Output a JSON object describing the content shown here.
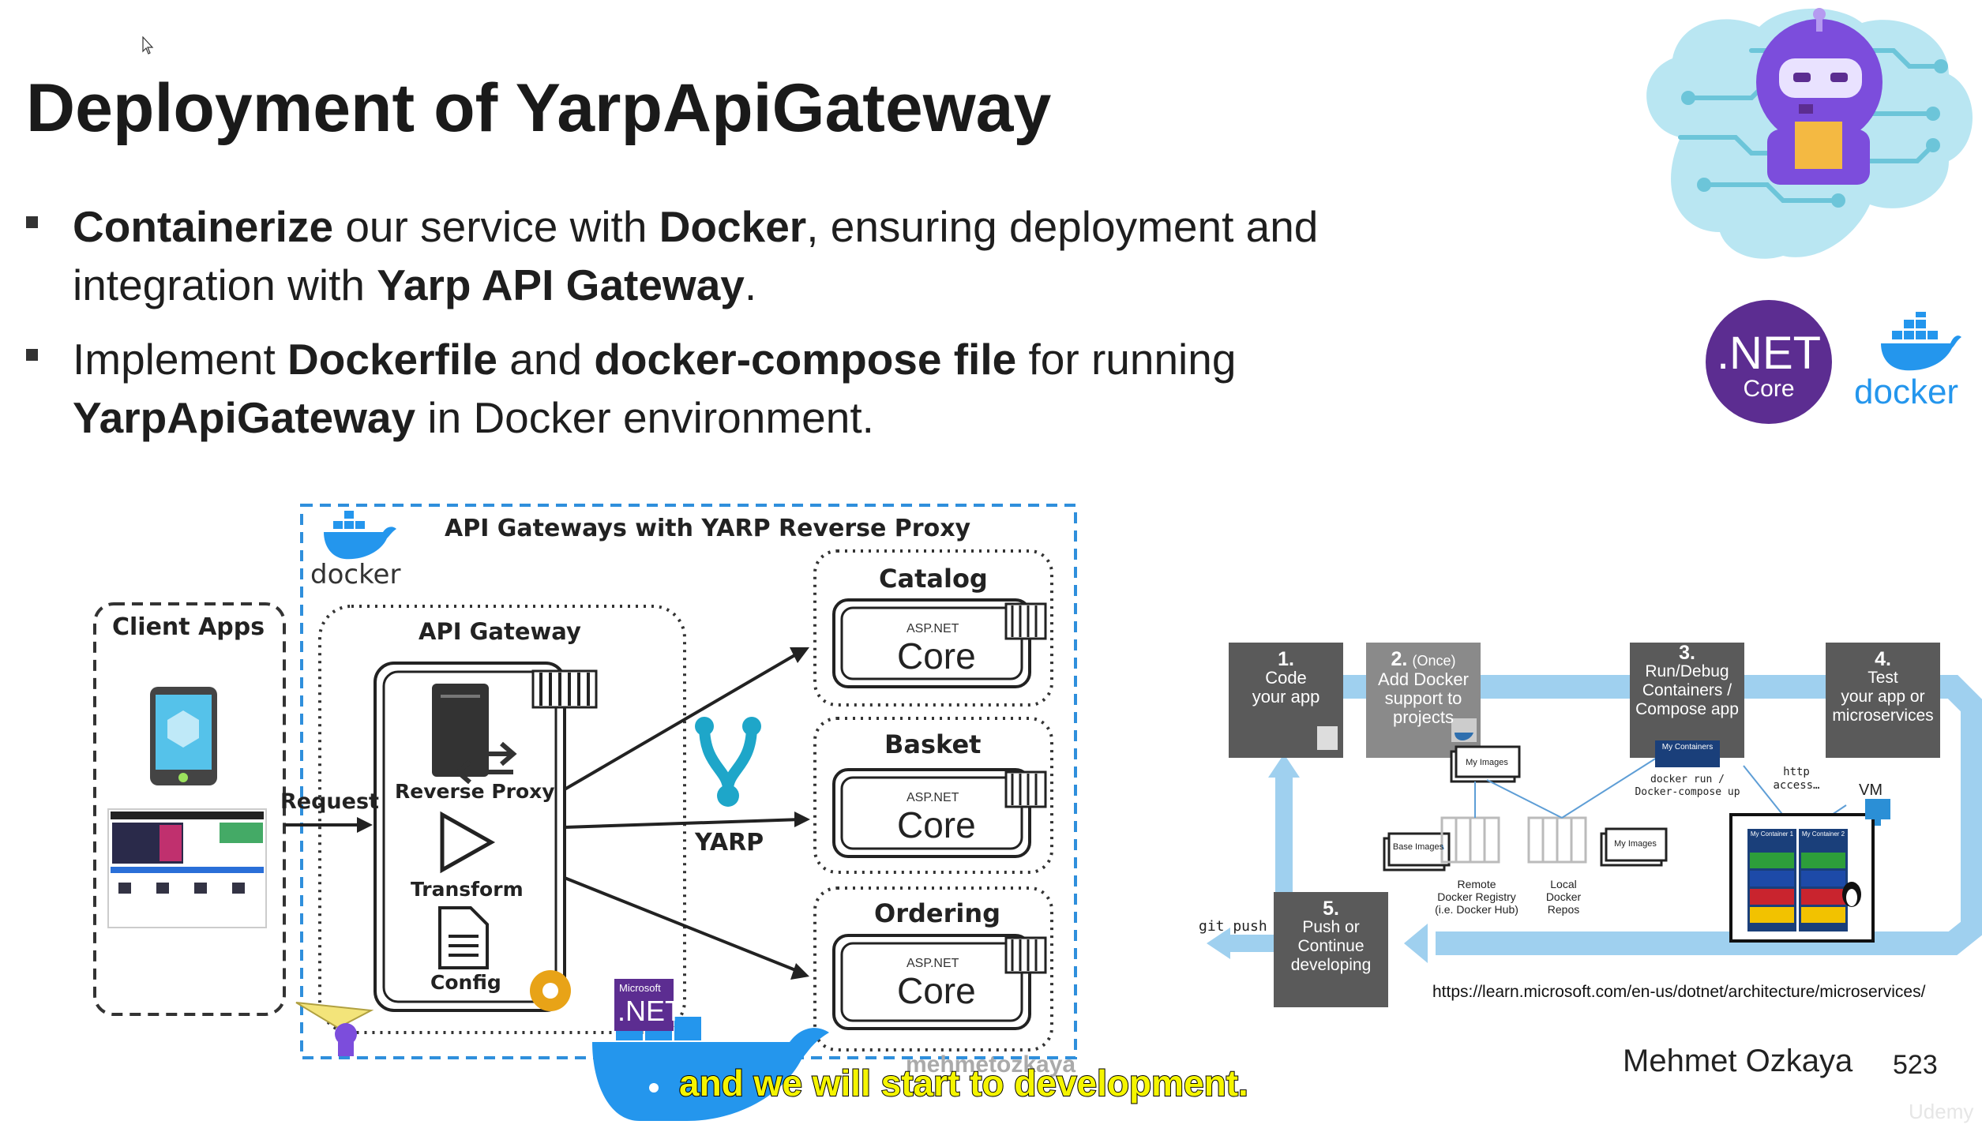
{
  "slide": {
    "title": "Deployment of YarpApiGateway",
    "bullets": [
      {
        "parts": [
          {
            "t": "Containerize",
            "b": true
          },
          {
            "t": " our service with ",
            "b": false
          },
          {
            "t": "Docker",
            "b": true
          },
          {
            "t": ", ensuring deployment and",
            "b": false
          }
        ],
        "parts2": [
          {
            "t": "integration with ",
            "b": false
          },
          {
            "t": "Yarp API Gateway",
            "b": true
          },
          {
            "t": ".",
            "b": false
          }
        ]
      },
      {
        "parts": [
          {
            "t": "Implement ",
            "b": false
          },
          {
            "t": "Dockerfile",
            "b": true
          },
          {
            "t": " and ",
            "b": false
          },
          {
            "t": "docker-compose file",
            "b": true
          },
          {
            "t": " for running",
            "b": false
          }
        ],
        "parts2": [
          {
            "t": "YarpApiGateway",
            "b": true
          },
          {
            "t": " in Docker environment.",
            "b": false
          }
        ]
      }
    ],
    "author": "Mehmet Ozkaya",
    "page_number": "523",
    "watermark": "Udemy",
    "subtitle_caption": "and we will start to development.",
    "reference_url": "https://learn.microsoft.com/en-us/dotnet/architecture/microservices/"
  },
  "logos": {
    "net_core_line1": ".NET",
    "net_core_line2": "Core",
    "docker_label": "docker"
  },
  "gateway_diagram": {
    "outer_title": "API Gateways with YARP Reverse Proxy",
    "docker_label": "docker",
    "client_apps": "Client Apps",
    "request": "Request",
    "api_gateway": "API Gateway",
    "reverse_proxy": "Reverse Proxy",
    "transform": "Transform",
    "config": "Config",
    "yarp": "YARP",
    "services": [
      {
        "name": "Catalog",
        "badge": "ASP.NET",
        "core": "Core"
      },
      {
        "name": "Basket",
        "badge": "ASP.NET",
        "core": "Core"
      },
      {
        "name": "Ordering",
        "badge": "ASP.NET",
        "core": "Core"
      }
    ],
    "ms_net_line1": "Microsoft",
    "ms_net_line2": ".NET",
    "overlay_author": "mehmetozkaya"
  },
  "workflow_diagram": {
    "steps": [
      {
        "num": "1.",
        "extra": "",
        "text": [
          "Code",
          "your app"
        ]
      },
      {
        "num": "2.",
        "extra": "(Once)",
        "text": [
          "Add Docker",
          "support to",
          "projects"
        ]
      },
      {
        "num": "3.",
        "extra": "",
        "text": [
          "Run/Debug",
          "Containers /",
          "Compose app"
        ]
      },
      {
        "num": "4.",
        "extra": "",
        "text": [
          "Test",
          "your app or",
          "microservices"
        ]
      },
      {
        "num": "5.",
        "extra": "",
        "text": [
          "Push or",
          "Continue",
          "developing"
        ]
      }
    ],
    "git_push": "git push",
    "my_images": "My Images",
    "my_images_2": "My Images",
    "base_images": "Base Images",
    "remote_registry": [
      "Remote",
      "Docker Registry",
      "(i.e. Docker Hub)"
    ],
    "local_repos": [
      "Local",
      "Docker",
      "Repos"
    ],
    "docker_run": [
      "docker run /",
      "Docker-compose up"
    ],
    "my_containers": "My Containers",
    "http_access": [
      "http",
      "access…"
    ],
    "vm": "VM",
    "container_1": "My Container 1",
    "container_2": "My Container 2"
  },
  "colors": {
    "dark_box": "#5a5a5a",
    "flow_blue": "#9fd0ef",
    "docker_blue": "#2496ed",
    "net_purple": "#5c2d91",
    "caption_yellow": "#f5f500"
  }
}
